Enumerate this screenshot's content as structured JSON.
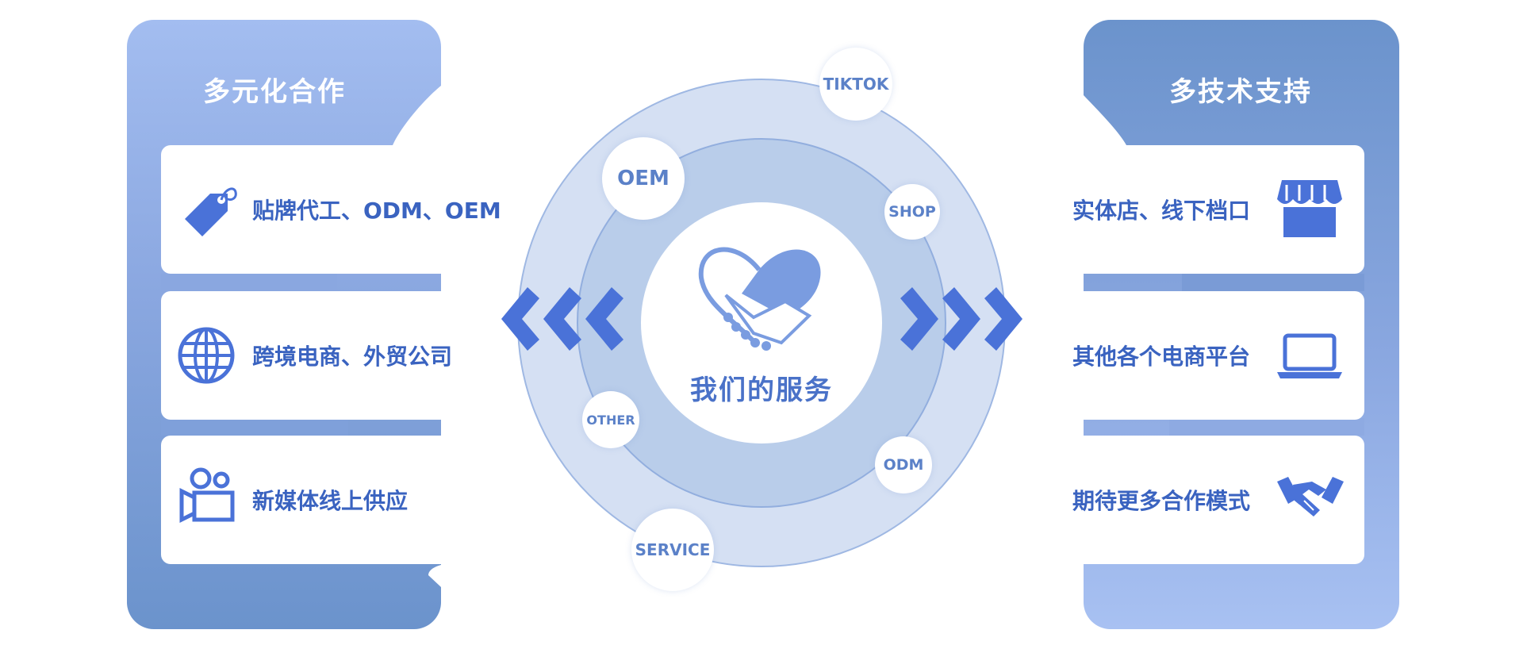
{
  "left_panel": {
    "title": "多元化合作",
    "items": [
      {
        "label": "贴牌代工、ODM、OEM",
        "icon": "price-tag-icon"
      },
      {
        "label": "跨境电商、外贸公司",
        "icon": "globe-icon"
      },
      {
        "label": "新媒体线上供应",
        "icon": "video-camera-icon"
      }
    ]
  },
  "right_panel": {
    "title": "多技术支持",
    "items": [
      {
        "label": "实体店、线下档口",
        "icon": "storefront-icon"
      },
      {
        "label": "其他各个电商平台",
        "icon": "laptop-icon"
      },
      {
        "label": "期待更多合作模式",
        "icon": "handshake-icon"
      }
    ]
  },
  "center": {
    "title": "我们的服务",
    "icon": "heart-handshake-icon",
    "nodes": [
      "TIKTOK",
      "OEM",
      "SHOP",
      "OTHER",
      "ODM",
      "SERVICE"
    ]
  },
  "colors": {
    "accent": "#4a72d8",
    "text_blue": "#3a63c0",
    "panel_light": "#a3bdf0",
    "panel_dark": "#6b93cc",
    "ring_outer": "#d5e0f3",
    "ring_inner": "#b9cdea"
  }
}
